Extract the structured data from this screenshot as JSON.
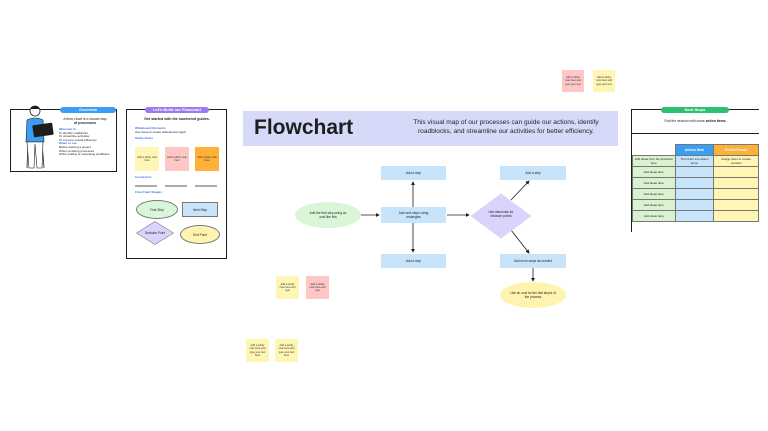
{
  "overview": {
    "pill": "Overview",
    "title_line1": "A flow chart is a visual map",
    "title_line2": "of processes",
    "welcome_heading": "Welcome to",
    "welcome_items": [
      "To identify roadblocks",
      "To streamline activities",
      "To improve overall efficiency"
    ],
    "when_heading": "When to use",
    "when_items": [
      "Before starting a project",
      "When revisiting processes",
      "When scaling or expanding workflows"
    ]
  },
  "guide": {
    "pill": "Let's Build our Flowchart",
    "title": "Get started with the numbered guides.",
    "whiteboard_heading": "Whiteboard Elements",
    "whiteboard_desc": "Use these to create whiteboard magic!",
    "sticky_heading": "Sticky Notes",
    "stickies": [
      "Add a sticky note here",
      "Add a sticky note here",
      "Add a sticky note here"
    ],
    "connectors_heading": "Connectors",
    "shapes_heading": "Flow Chart Shapes",
    "shapes": {
      "first_step": "First Step",
      "next_step": "Next Step",
      "decision": "Decision Point",
      "end": "End Point"
    }
  },
  "top_stickies": [
    "Add a sticky note here and type your text",
    "Add a sticky note here and type your text"
  ],
  "header": {
    "title": "Flowchart",
    "description": "This visual map of our processes can guide our actions, identify roadblocks, and streamline our activities for better efficiency."
  },
  "flow": {
    "start": "Add the first step using an oval like this",
    "main": "Add next steps using rectangles",
    "top": "Add a step",
    "bottom": "Add a step",
    "decision": "Use diamonds for decision points",
    "right_top": "Add a step",
    "right_bottom": "Add more steps as needed",
    "end": "Use an oval for the last step/s of the process"
  },
  "canvas_stickies": [
    "Add a sticky note here and type",
    "Add a sticky note here and type",
    "Add a sticky note here and type your text here",
    "Add a sticky note here and type your text here"
  ],
  "next_steps": {
    "pill": "Next Steps",
    "desc_prefix": "End the session with some",
    "desc_bold": "action items.",
    "col_action": "Action Item",
    "col_person": "Point Person",
    "rows": [
      {
        "label": "Add ideas from the flowchart here",
        "action": "Turn them into action items",
        "person": "Assign them to a team member"
      },
      {
        "label": "Add ideas here",
        "action": "",
        "person": ""
      },
      {
        "label": "Add ideas here",
        "action": "",
        "person": ""
      },
      {
        "label": "Add ideas here",
        "action": "",
        "person": ""
      },
      {
        "label": "Add ideas here",
        "action": "",
        "person": ""
      },
      {
        "label": "Add ideas here",
        "action": "",
        "person": ""
      }
    ]
  },
  "colors": {
    "blue_pill": "#3b9ef5",
    "purple_pill": "#9b7bf0",
    "green_pill": "#2fbf71",
    "header_bg": "#d6daf8",
    "box": "#c7e4fb",
    "oval_green": "#d9f7d8",
    "oval_yellow": "#fff3b0",
    "diamond": "#d9d4fb"
  }
}
